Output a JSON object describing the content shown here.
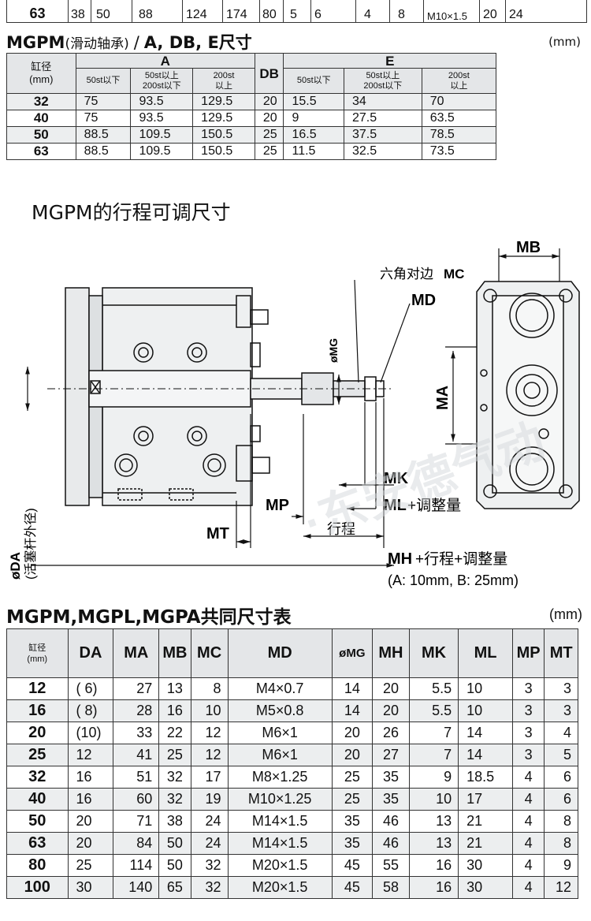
{
  "top_row": {
    "bore": "63",
    "cells": [
      "38",
      "50",
      "88",
      "124",
      "174",
      "80",
      "5",
      "6",
      "4",
      "8",
      "M10×1.5",
      "20",
      "24"
    ]
  },
  "table1": {
    "title_bold": "MGPM",
    "title_paren": "(滑动轴承)",
    "title_slash": "/",
    "title_suffix": "A, DB, E尺寸",
    "unit": "(mm)",
    "header_bore": "缸径\n(mm)",
    "header_bore_l1": "缸径",
    "header_bore_l2": "(mm)",
    "header_A": "A",
    "header_DB": "DB",
    "header_E": "E",
    "sub": [
      "50st以下",
      "50st以上\n200st以下",
      "200st\n以上",
      "50st以下",
      "50st以上\n200st以下",
      "200st\n以上"
    ],
    "sub_l1": [
      "50st以下",
      "50st以上",
      "200st",
      "50st以下",
      "50st以上",
      "200st"
    ],
    "sub_l2": [
      "",
      "200st以下",
      "以上",
      "",
      "200st以下",
      "以上"
    ],
    "rows": [
      {
        "bore": "32",
        "a1": "75",
        "a2": "93.5",
        "a3": "129.5",
        "db": "20",
        "e1": "15.5",
        "e2": "34",
        "e3": "70"
      },
      {
        "bore": "40",
        "a1": "75",
        "a2": "93.5",
        "a3": "129.5",
        "db": "20",
        "e1": "9",
        "e2": "27.5",
        "e3": "63.5"
      },
      {
        "bore": "50",
        "a1": "88.5",
        "a2": "109.5",
        "a3": "150.5",
        "db": "25",
        "e1": "16.5",
        "e2": "37.5",
        "e3": "78.5"
      },
      {
        "bore": "63",
        "a1": "88.5",
        "a2": "109.5",
        "a3": "150.5",
        "db": "25",
        "e1": "11.5",
        "e2": "32.5",
        "e3": "73.5"
      }
    ]
  },
  "section_heading": "MGPM的行程可调尺寸",
  "drawing": {
    "mb": "MB",
    "mc_prefix": "六角对边",
    "mc": "MC",
    "md": "MD",
    "mg": "øMG",
    "ma": "MA",
    "mk": "MK",
    "mp": "MP",
    "ml": "ML",
    "ml_suffix": "+调整量",
    "mt": "MT",
    "stroke": "行程",
    "mh": "MH",
    "mh_suffix": "+行程+调整量",
    "mh_note": "(A: 10mm, B: 25mm)",
    "da": "øDA",
    "da_note": "(活塞杆外径)",
    "watermark": "·东安德气动"
  },
  "table2": {
    "title": "MGPM,MGPL,MGPA共同尺寸表",
    "unit": "(mm)",
    "header_bore_l1": "缸径",
    "header_bore_l2": "(mm)",
    "headers": [
      "DA",
      "MA",
      "MB",
      "MC",
      "MD",
      "øMG",
      "MH",
      "MK",
      "ML",
      "MP",
      "MT"
    ],
    "rows": [
      {
        "bore": "12",
        "c": [
          "(  6)",
          "27",
          "13",
          "8",
          "M4×0.7",
          "14",
          "20",
          "5.5",
          "10",
          "3",
          "3"
        ]
      },
      {
        "bore": "16",
        "c": [
          "(  8)",
          "28",
          "16",
          "10",
          "M5×0.8",
          "14",
          "20",
          "5.5",
          "10",
          "3",
          "3"
        ]
      },
      {
        "bore": "20",
        "c": [
          "(10)",
          "33",
          "22",
          "12",
          "M6×1",
          "20",
          "26",
          "7",
          "14",
          "3",
          "4"
        ]
      },
      {
        "bore": "25",
        "c": [
          "12",
          "41",
          "25",
          "12",
          "M6×1",
          "20",
          "27",
          "7",
          "14",
          "3",
          "5"
        ]
      },
      {
        "bore": "32",
        "c": [
          "16",
          "51",
          "32",
          "17",
          "M8×1.25",
          "25",
          "35",
          "9",
          "18.5",
          "4",
          "6"
        ]
      },
      {
        "bore": "40",
        "c": [
          "16",
          "60",
          "32",
          "19",
          "M10×1.25",
          "25",
          "35",
          "10",
          "17",
          "4",
          "6"
        ]
      },
      {
        "bore": "50",
        "c": [
          "20",
          "71",
          "38",
          "24",
          "M14×1.5",
          "35",
          "46",
          "13",
          "21",
          "4",
          "8"
        ]
      },
      {
        "bore": "63",
        "c": [
          "20",
          "84",
          "50",
          "24",
          "M14×1.5",
          "35",
          "46",
          "13",
          "21",
          "4",
          "8"
        ]
      },
      {
        "bore": "80",
        "c": [
          "25",
          "114",
          "50",
          "32",
          "M20×1.5",
          "45",
          "55",
          "16",
          "30",
          "4",
          "9"
        ]
      },
      {
        "bore": "100",
        "c": [
          "30",
          "140",
          "65",
          "32",
          "M20×1.5",
          "45",
          "58",
          "16",
          "30",
          "4",
          "12"
        ]
      }
    ]
  }
}
